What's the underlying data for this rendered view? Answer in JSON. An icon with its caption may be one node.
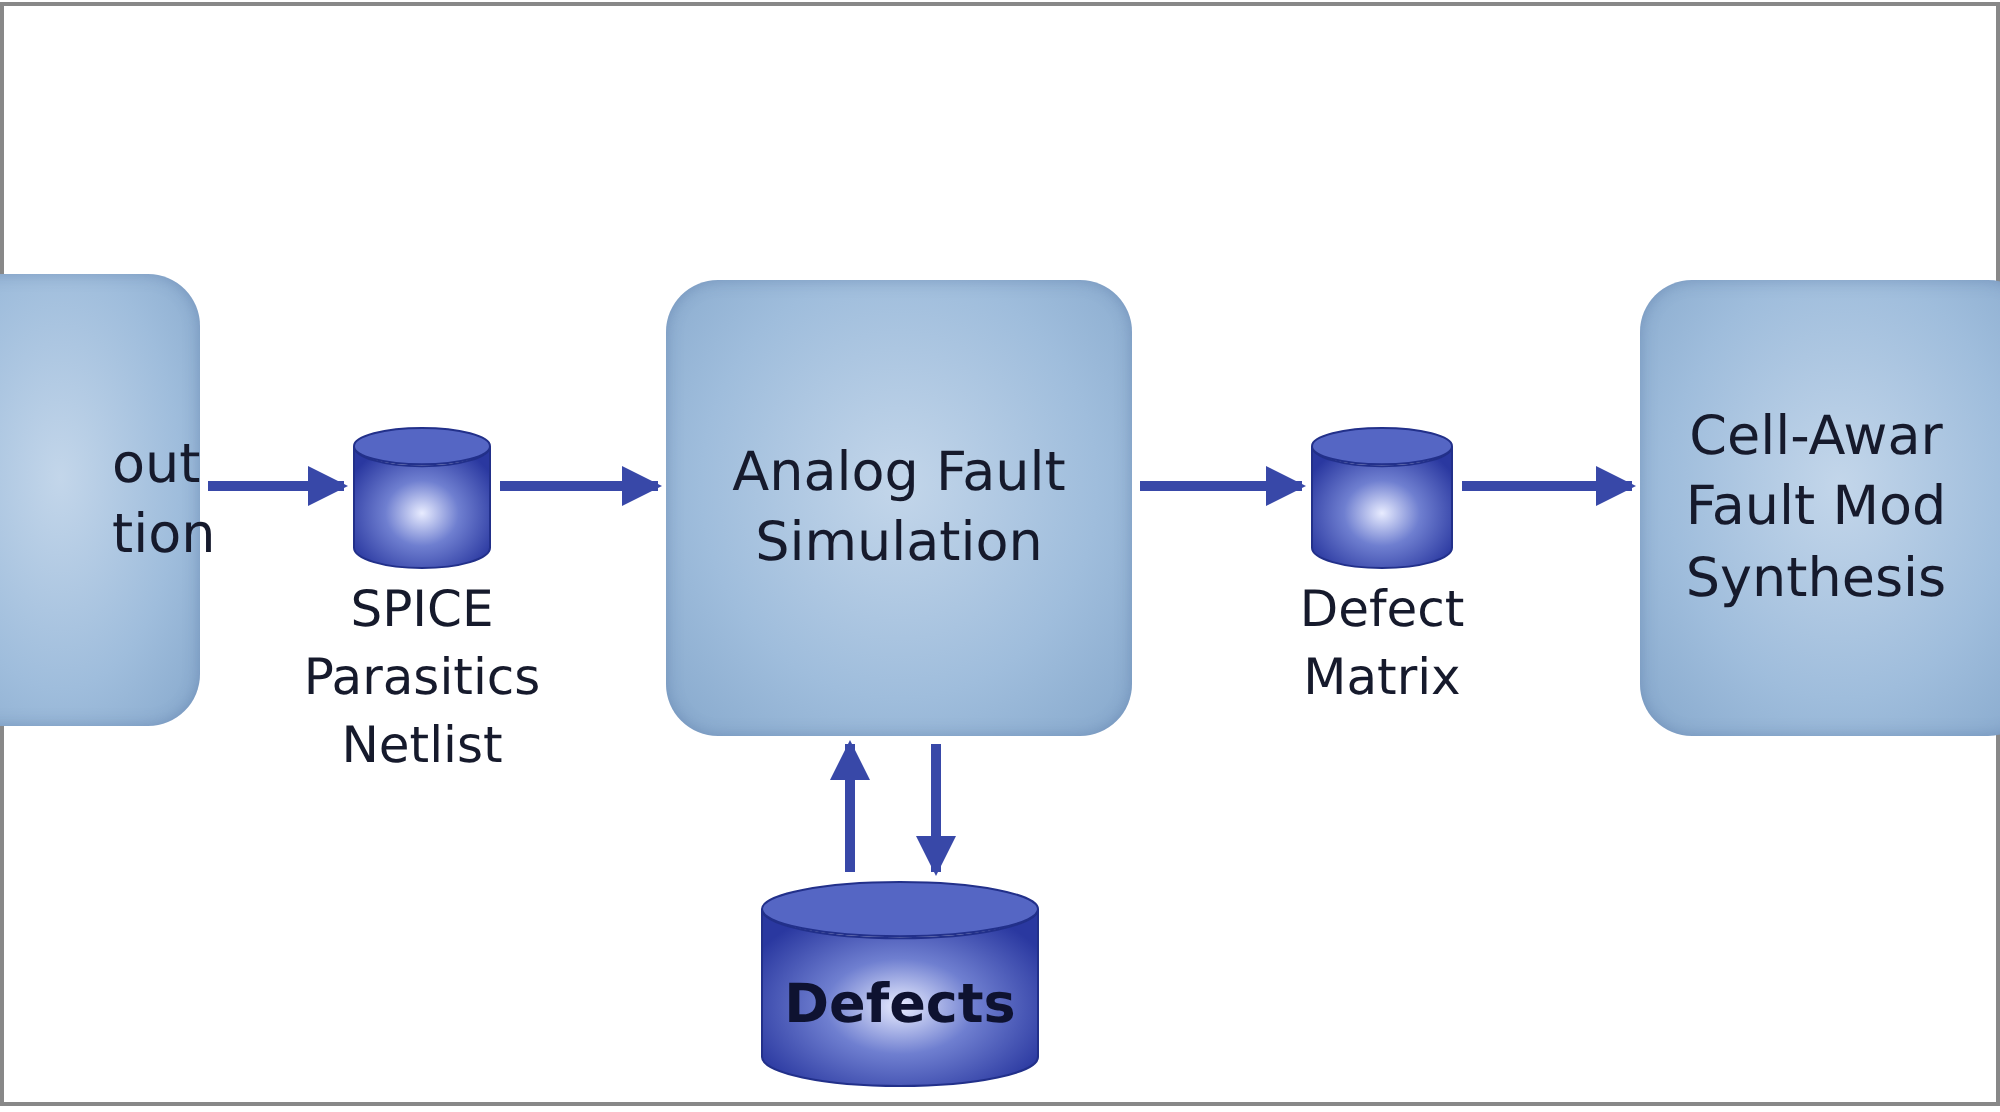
{
  "diagram": {
    "nodes": [
      {
        "text": [
          "out tion"
        ]
      },
      {
        "text": [],
        "shape": "cylinder",
        "beside": [
          "SPICE Parasitics Netlist"
        ]
      },
      {
        "text": [
          "Analog Fault Simulation"
        ]
      },
      {
        "text": [],
        "shape": "cylinder",
        "beside": [
          "Defect Matrix"
        ]
      },
      {
        "text": [
          "Cell-Awar Fault Mod Synthesis"
        ]
      },
      {
        "text": [
          "Defects"
        ]
      }
    ],
    "edges": [
      {
        "from": 0,
        "to": 1,
        "arrow": "to"
      },
      {
        "from": 1,
        "to": 2,
        "arrow": "to"
      },
      {
        "from": 2,
        "to": 3,
        "arrow": "to"
      },
      {
        "from": 3,
        "to": 4,
        "arrow": "to"
      },
      {
        "from": 5,
        "to": 2,
        "arrow": "to"
      },
      {
        "from": 2,
        "to": 5,
        "arrow": "to"
      }
    ]
  }
}
